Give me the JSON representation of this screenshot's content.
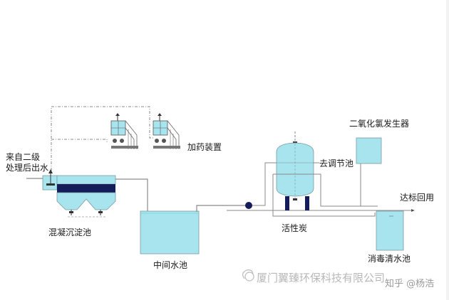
{
  "diagram": {
    "title": "",
    "colors": {
      "water": "#a8e4ee",
      "water_dark": "#8ed6e6",
      "pipe": "#8a8a8a",
      "dark_blue": "#151c5a",
      "outline": "#7a9aa0",
      "text": "#1a1a1a",
      "watermark": "#b8b8b8"
    },
    "labels": {
      "inflow": [
        "来自二级",
        "处理后出水"
      ],
      "coag_tank": "混凝沉淀池",
      "dosing": "加药装置",
      "mid_tank": "中间水池",
      "carbon": "活性炭",
      "return_to": "去调节池",
      "clo2": "二氧化氯发生器",
      "reuse": "达标回用",
      "disinfect_tank": "消毒清水池"
    },
    "nodes": [
      {
        "id": "inflow",
        "label": "来自二级处理后出水"
      },
      {
        "id": "coag_tank",
        "label": "混凝沉淀池"
      },
      {
        "id": "dosing",
        "label": "加药装置"
      },
      {
        "id": "mid_tank",
        "label": "中间水池"
      },
      {
        "id": "pump",
        "label": ""
      },
      {
        "id": "carbon_filter",
        "label": "活性炭"
      },
      {
        "id": "regulating_tank",
        "label": "去调节池"
      },
      {
        "id": "clo2_gen",
        "label": "二氧化氯发生器"
      },
      {
        "id": "disinfect_tank",
        "label": "消毒清水池"
      },
      {
        "id": "reuse",
        "label": "达标回用"
      }
    ],
    "edges": [
      {
        "from": "inflow",
        "to": "coag_tank"
      },
      {
        "from": "dosing",
        "to": "coag_tank",
        "style": "dashed"
      },
      {
        "from": "coag_tank",
        "to": "mid_tank"
      },
      {
        "from": "mid_tank",
        "to": "pump"
      },
      {
        "from": "pump",
        "to": "carbon_filter"
      },
      {
        "from": "carbon_filter",
        "to": "regulating_tank"
      },
      {
        "from": "carbon_filter",
        "to": "disinfect_tank"
      },
      {
        "from": "clo2_gen",
        "to": "disinfect_tank"
      },
      {
        "from": "disinfect_tank",
        "to": "reuse"
      }
    ]
  },
  "watermark": {
    "company": "厦门翼臻环保科技有限公司",
    "overlay": "知乎 @杨浩"
  }
}
